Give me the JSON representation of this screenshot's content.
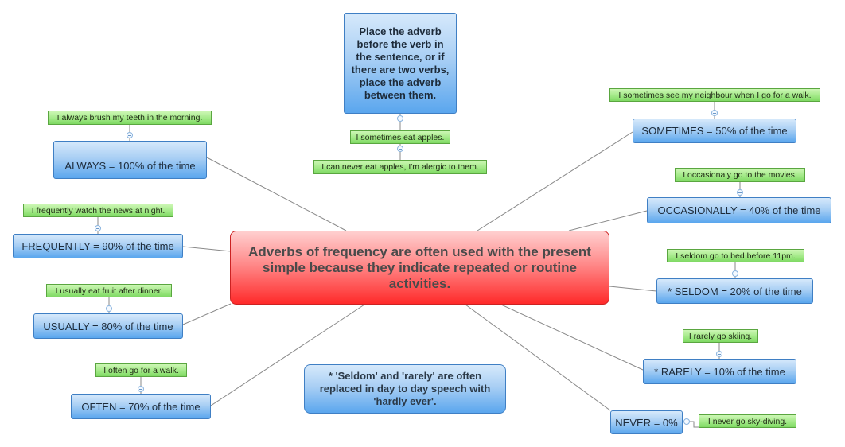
{
  "central_topic": "Adverbs of frequency are often used with the present simple because they indicate repeated or routine activities.",
  "placement_rule": "Place the adverb before the verb in the sentence, or if there are two verbs, place the adverb between them.",
  "placement_examples": [
    "I sometimes eat apples.",
    "I can never eat apples, I'm alergic to them."
  ],
  "note": "* 'Seldom' and 'rarely' are often replaced in day to day speech with 'hardly ever'.",
  "adverbs": [
    {
      "label": "ALWAYS = 100% of the time",
      "example": "I always brush my teeth in the morning."
    },
    {
      "label": "FREQUENTLY = 90% of the time",
      "example": "I frequently watch the news at night."
    },
    {
      "label": "USUALLY = 80% of the time",
      "example": "I usually eat fruit after dinner."
    },
    {
      "label": "OFTEN = 70% of the time",
      "example": "I often go for a walk."
    },
    {
      "label": "SOMETIMES = 50% of the time",
      "example": "I sometimes see my neighbour when I go for a walk."
    },
    {
      "label": "OCCASIONALLY = 40% of the time",
      "example": "I occasionaly go to the movies."
    },
    {
      "label": "* SELDOM = 20% of the time",
      "example": "I seldom go to bed before 11pm."
    },
    {
      "label": "*  RARELY = 10% of the time",
      "example": "I rarely go skiing."
    },
    {
      "label": "NEVER = 0%",
      "example": "I never go sky-diving."
    }
  ],
  "colors": {
    "central": "#ff3b3b",
    "topic": "#5aa6ee",
    "example": "#8fe070",
    "connector": "#888888"
  }
}
